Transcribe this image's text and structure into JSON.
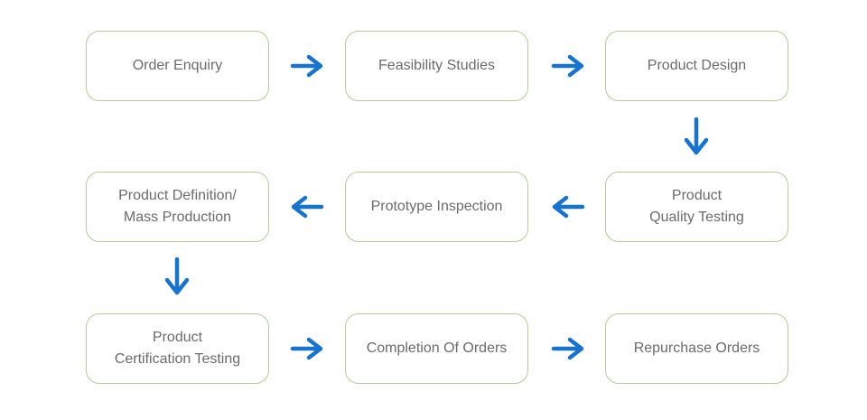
{
  "colors": {
    "page_background": "#ffffff",
    "box_background": "#ffffff",
    "box_border_color": "#b7cb93",
    "text_color": "#6b6b6b",
    "arrow_color": "#1673d2"
  },
  "flow": {
    "title": "",
    "steps": [
      {
        "id": "order-enquiry",
        "text": "Order Enquiry"
      },
      {
        "id": "feasibility-studies",
        "text": "Feasibility Studies"
      },
      {
        "id": "product-design",
        "text": "Product Design"
      },
      {
        "id": "product-definition-mass-production",
        "text": "Product Definition/\nMass Production"
      },
      {
        "id": "prototype-inspection",
        "text": "Prototype Inspection"
      },
      {
        "id": "product-quality-testing",
        "text": "Product\nQuality Testing"
      },
      {
        "id": "product-certification-testing",
        "text": "Product\nCertification Testing"
      },
      {
        "id": "completion-of-orders",
        "text": "Completion Of Orders"
      },
      {
        "id": "repurchase-orders",
        "text": "Repurchase Orders"
      }
    ],
    "connections": [
      {
        "from": "Order Enquiry",
        "to": "Feasibility Studies",
        "direction": "right"
      },
      {
        "from": "Feasibility Studies",
        "to": "Product Design",
        "direction": "right"
      },
      {
        "from": "Product Design",
        "to": "Product Quality Testing",
        "direction": "down"
      },
      {
        "from": "Product Quality Testing",
        "to": "Prototype Inspection",
        "direction": "left"
      },
      {
        "from": "Prototype Inspection",
        "to": "Product Definition/Mass Production",
        "direction": "left"
      },
      {
        "from": "Product Definition/Mass Production",
        "to": "Product Certification Testing",
        "direction": "down"
      },
      {
        "from": "Product Certification Testing",
        "to": "Completion Of Orders",
        "direction": "right"
      },
      {
        "from": "Completion Of Orders",
        "to": "Repurchase Orders",
        "direction": "right"
      }
    ]
  }
}
